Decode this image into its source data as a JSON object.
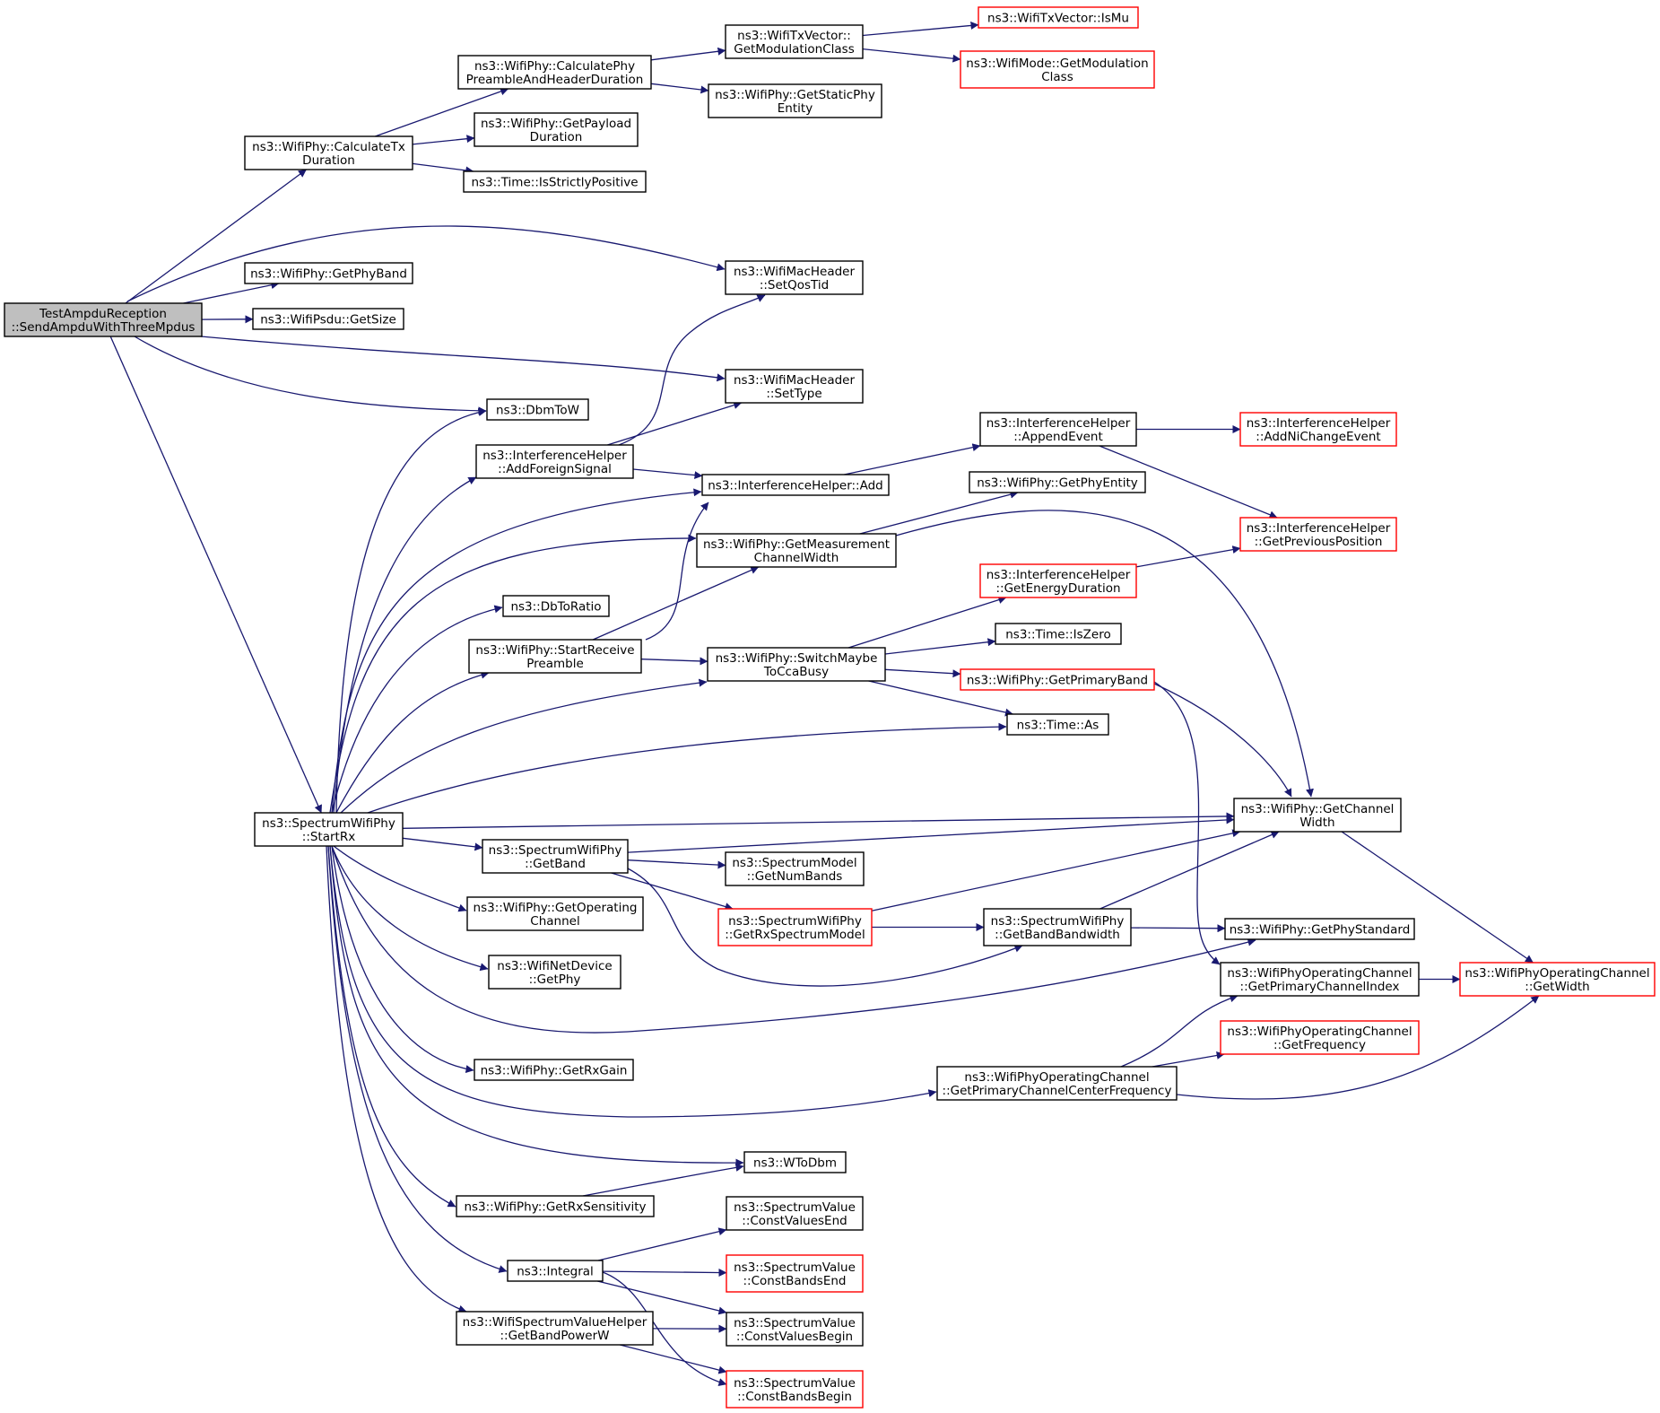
{
  "colors": {
    "edge": "#191970",
    "border_normal": "#000000",
    "border_truncated": "#ff0000",
    "fill_root": "#bfbfbf",
    "fill_normal": "#ffffff"
  },
  "nodes": [
    {
      "id": "root",
      "lines": [
        "TestAmpduReception",
        "::SendAmpduWithThreeMpdus"
      ],
      "style": "root"
    },
    {
      "id": "calcTx",
      "lines": [
        "ns3::WifiPhy::CalculateTx",
        "Duration"
      ],
      "style": "normal"
    },
    {
      "id": "calcPre",
      "lines": [
        "ns3::WifiPhy::CalculatePhy",
        "PreambleAndHeaderDuration"
      ],
      "style": "normal"
    },
    {
      "id": "txvGetMod",
      "lines": [
        "ns3::WifiTxVector::",
        "GetModulationClass"
      ],
      "style": "normal"
    },
    {
      "id": "isMu",
      "lines": [
        "ns3::WifiTxVector::IsMu"
      ],
      "style": "truncated"
    },
    {
      "id": "modeGetMod",
      "lines": [
        "ns3::WifiMode::GetModulation",
        "Class"
      ],
      "style": "truncated"
    },
    {
      "id": "getStatic",
      "lines": [
        "ns3::WifiPhy::GetStaticPhy",
        "Entity"
      ],
      "style": "normal"
    },
    {
      "id": "getPayload",
      "lines": [
        "ns3::WifiPhy::GetPayload",
        "Duration"
      ],
      "style": "normal"
    },
    {
      "id": "isStrictly",
      "lines": [
        "ns3::Time::IsStrictlyPositive"
      ],
      "style": "normal"
    },
    {
      "id": "getPhyBand",
      "lines": [
        "ns3::WifiPhy::GetPhyBand"
      ],
      "style": "normal"
    },
    {
      "id": "psduSize",
      "lines": [
        "ns3::WifiPsdu::GetSize"
      ],
      "style": "normal"
    },
    {
      "id": "setQos",
      "lines": [
        "ns3::WifiMacHeader",
        "::SetQosTid"
      ],
      "style": "normal"
    },
    {
      "id": "setType",
      "lines": [
        "ns3::WifiMacHeader",
        "::SetType"
      ],
      "style": "normal"
    },
    {
      "id": "dbmToW",
      "lines": [
        "ns3::DbmToW"
      ],
      "style": "normal"
    },
    {
      "id": "addForeign",
      "lines": [
        "ns3::InterferenceHelper",
        "::AddForeignSignal"
      ],
      "style": "normal"
    },
    {
      "id": "ihAdd",
      "lines": [
        "ns3::InterferenceHelper::Add"
      ],
      "style": "normal"
    },
    {
      "id": "appendEv",
      "lines": [
        "ns3::InterferenceHelper",
        "::AppendEvent"
      ],
      "style": "normal"
    },
    {
      "id": "addNi",
      "lines": [
        "ns3::InterferenceHelper",
        "::AddNiChangeEvent"
      ],
      "style": "truncated"
    },
    {
      "id": "getPhyEnt",
      "lines": [
        "ns3::WifiPhy::GetPhyEntity"
      ],
      "style": "normal"
    },
    {
      "id": "getMeas",
      "lines": [
        "ns3::WifiPhy::GetMeasurement",
        "ChannelWidth"
      ],
      "style": "normal"
    },
    {
      "id": "getPrevPos",
      "lines": [
        "ns3::InterferenceHelper",
        "::GetPreviousPosition"
      ],
      "style": "truncated"
    },
    {
      "id": "getEnergy",
      "lines": [
        "ns3::InterferenceHelper",
        "::GetEnergyDuration"
      ],
      "style": "truncated"
    },
    {
      "id": "dbToRatio",
      "lines": [
        "ns3::DbToRatio"
      ],
      "style": "normal"
    },
    {
      "id": "isZero",
      "lines": [
        "ns3::Time::IsZero"
      ],
      "style": "normal"
    },
    {
      "id": "startRecv",
      "lines": [
        "ns3::WifiPhy::StartReceive",
        "Preamble"
      ],
      "style": "normal"
    },
    {
      "id": "switchCca",
      "lines": [
        "ns3::WifiPhy::SwitchMaybe",
        "ToCcaBusy"
      ],
      "style": "normal"
    },
    {
      "id": "getPrimBand",
      "lines": [
        "ns3::WifiPhy::GetPrimaryBand"
      ],
      "style": "truncated"
    },
    {
      "id": "timeAs",
      "lines": [
        "ns3::Time::As"
      ],
      "style": "normal"
    },
    {
      "id": "startRx",
      "lines": [
        "ns3::SpectrumWifiPhy",
        "::StartRx"
      ],
      "style": "normal"
    },
    {
      "id": "getChWidth",
      "lines": [
        "ns3::WifiPhy::GetChannel",
        "Width"
      ],
      "style": "normal"
    },
    {
      "id": "spGetBand",
      "lines": [
        "ns3::SpectrumWifiPhy",
        "::GetBand"
      ],
      "style": "normal"
    },
    {
      "id": "getNumBands",
      "lines": [
        "ns3::SpectrumModel",
        "::GetNumBands"
      ],
      "style": "normal"
    },
    {
      "id": "getOpCh",
      "lines": [
        "ns3::WifiPhy::GetOperating",
        "Channel"
      ],
      "style": "normal"
    },
    {
      "id": "getRxSpec",
      "lines": [
        "ns3::SpectrumWifiPhy",
        "::GetRxSpectrumModel"
      ],
      "style": "truncated"
    },
    {
      "id": "getBandBw",
      "lines": [
        "ns3::SpectrumWifiPhy",
        "::GetBandBandwidth"
      ],
      "style": "normal"
    },
    {
      "id": "getPhyStd",
      "lines": [
        "ns3::WifiPhy::GetPhyStandard"
      ],
      "style": "normal"
    },
    {
      "id": "netGetPhy",
      "lines": [
        "ns3::WifiNetDevice",
        "::GetPhy"
      ],
      "style": "normal"
    },
    {
      "id": "getPrimIdx",
      "lines": [
        "ns3::WifiPhyOperatingChannel",
        "::GetPrimaryChannelIndex"
      ],
      "style": "normal"
    },
    {
      "id": "opGetWidth",
      "lines": [
        "ns3::WifiPhyOperatingChannel",
        "::GetWidth"
      ],
      "style": "truncated"
    },
    {
      "id": "opGetFreq",
      "lines": [
        "ns3::WifiPhyOperatingChannel",
        "::GetFrequency"
      ],
      "style": "truncated"
    },
    {
      "id": "getRxGain",
      "lines": [
        "ns3::WifiPhy::GetRxGain"
      ],
      "style": "normal"
    },
    {
      "id": "getPrimCenter",
      "lines": [
        "ns3::WifiPhyOperatingChannel",
        "::GetPrimaryChannelCenterFrequency"
      ],
      "style": "normal"
    },
    {
      "id": "wToDbm",
      "lines": [
        "ns3::WToDbm"
      ],
      "style": "normal"
    },
    {
      "id": "getRxSens",
      "lines": [
        "ns3::WifiPhy::GetRxSensitivity"
      ],
      "style": "normal"
    },
    {
      "id": "constValEnd",
      "lines": [
        "ns3::SpectrumValue",
        "::ConstValuesEnd"
      ],
      "style": "normal"
    },
    {
      "id": "integral",
      "lines": [
        "ns3::Integral"
      ],
      "style": "normal"
    },
    {
      "id": "constBandsEnd",
      "lines": [
        "ns3::SpectrumValue",
        "::ConstBandsEnd"
      ],
      "style": "truncated"
    },
    {
      "id": "getBandPow",
      "lines": [
        "ns3::WifiSpectrumValueHelper",
        "::GetBandPowerW"
      ],
      "style": "normal"
    },
    {
      "id": "constValBegin",
      "lines": [
        "ns3::SpectrumValue",
        "::ConstValuesBegin"
      ],
      "style": "normal"
    },
    {
      "id": "constBandsBegin",
      "lines": [
        "ns3::SpectrumValue",
        "::ConstBandsBegin"
      ],
      "style": "truncated"
    }
  ],
  "edges": [
    [
      "root",
      "calcTx"
    ],
    [
      "root",
      "setQos"
    ],
    [
      "root",
      "getPhyBand"
    ],
    [
      "root",
      "psduSize"
    ],
    [
      "root",
      "setType"
    ],
    [
      "root",
      "dbmToW"
    ],
    [
      "root",
      "startRx"
    ],
    [
      "calcTx",
      "calcPre"
    ],
    [
      "calcTx",
      "getPayload"
    ],
    [
      "calcTx",
      "isStrictly"
    ],
    [
      "calcPre",
      "txvGetMod"
    ],
    [
      "calcPre",
      "getStatic"
    ],
    [
      "txvGetMod",
      "isMu"
    ],
    [
      "txvGetMod",
      "modeGetMod"
    ],
    [
      "addForeign",
      "setQos"
    ],
    [
      "addForeign",
      "setType"
    ],
    [
      "addForeign",
      "ihAdd"
    ],
    [
      "ihAdd",
      "appendEv"
    ],
    [
      "appendEv",
      "addNi"
    ],
    [
      "appendEv",
      "getPrevPos"
    ],
    [
      "getMeas",
      "getPhyEnt"
    ],
    [
      "getMeas",
      "getChWidth"
    ],
    [
      "getEnergy",
      "getPrevPos"
    ],
    [
      "startRecv",
      "ihAdd"
    ],
    [
      "startRecv",
      "getMeas"
    ],
    [
      "startRecv",
      "switchCca"
    ],
    [
      "switchCca",
      "getEnergy"
    ],
    [
      "switchCca",
      "isZero"
    ],
    [
      "switchCca",
      "getPrimBand"
    ],
    [
      "switchCca",
      "timeAs"
    ],
    [
      "getPrimBand",
      "getChWidth"
    ],
    [
      "getPrimBand",
      "getPrimIdx"
    ],
    [
      "startRx",
      "dbmToW"
    ],
    [
      "startRx",
      "addForeign"
    ],
    [
      "startRx",
      "ihAdd"
    ],
    [
      "startRx",
      "getMeas"
    ],
    [
      "startRx",
      "dbToRatio"
    ],
    [
      "startRx",
      "startRecv"
    ],
    [
      "startRx",
      "switchCca"
    ],
    [
      "startRx",
      "timeAs"
    ],
    [
      "startRx",
      "getChWidth"
    ],
    [
      "startRx",
      "spGetBand"
    ],
    [
      "startRx",
      "getOpCh"
    ],
    [
      "startRx",
      "netGetPhy"
    ],
    [
      "startRx",
      "getPhyStd"
    ],
    [
      "startRx",
      "getRxGain"
    ],
    [
      "startRx",
      "getPrimCenter"
    ],
    [
      "startRx",
      "wToDbm"
    ],
    [
      "startRx",
      "getRxSens"
    ],
    [
      "startRx",
      "integral"
    ],
    [
      "startRx",
      "getBandPow"
    ],
    [
      "spGetBand",
      "getChWidth"
    ],
    [
      "spGetBand",
      "getNumBands"
    ],
    [
      "spGetBand",
      "getRxSpec"
    ],
    [
      "spGetBand",
      "getBandBw"
    ],
    [
      "getRxSpec",
      "getChWidth"
    ],
    [
      "getRxSpec",
      "getBandBw"
    ],
    [
      "getBandBw",
      "getChWidth"
    ],
    [
      "getBandBw",
      "getPhyStd"
    ],
    [
      "getChWidth",
      "opGetWidth"
    ],
    [
      "getPrimIdx",
      "opGetWidth"
    ],
    [
      "getPrimCenter",
      "getPrimIdx"
    ],
    [
      "getPrimCenter",
      "opGetFreq"
    ],
    [
      "getPrimCenter",
      "opGetWidth"
    ],
    [
      "getRxSens",
      "wToDbm"
    ],
    [
      "integral",
      "constValEnd"
    ],
    [
      "integral",
      "constBandsEnd"
    ],
    [
      "integral",
      "constValBegin"
    ],
    [
      "integral",
      "constBandsBegin"
    ],
    [
      "getBandPow",
      "constValBegin"
    ],
    [
      "getBandPow",
      "constBandsBegin"
    ]
  ]
}
